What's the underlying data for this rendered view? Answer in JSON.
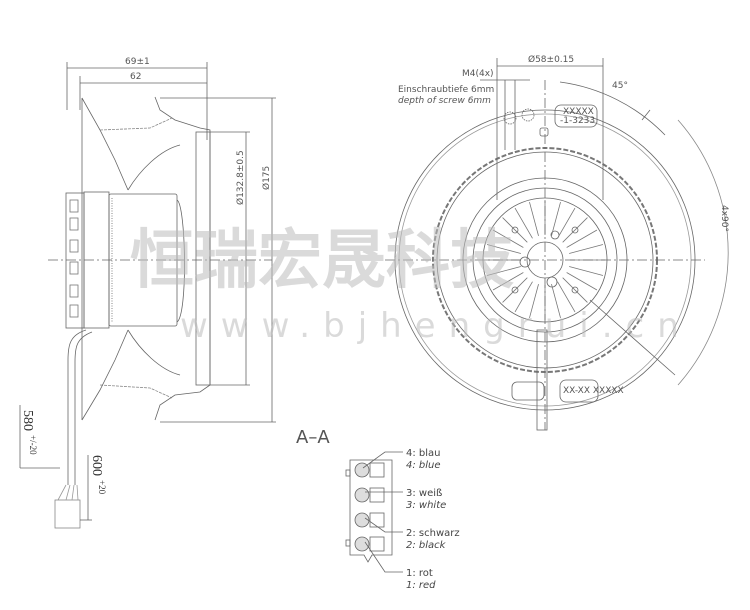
{
  "side_view": {
    "dim_overall_length": "69±1",
    "dim_housing_length": "62",
    "dim_inlet_diameter": "Ø132.8±0.5",
    "dim_outer_diameter": "Ø175",
    "cable_length_1": "580",
    "cable_length_1_tol": "+/-20",
    "cable_length_2": "600",
    "cable_length_2_tol": "+20"
  },
  "front_view": {
    "dim_bolt_circle": "Ø58±0.15",
    "thread": "M4(4x)",
    "screw_depth_de": "Einschraubtiefe 6mm",
    "screw_depth_en": "depth of screw 6mm",
    "angle_45": "45°",
    "angle_4x90": "4x90°",
    "label_plate_1a": "XXXXX",
    "label_plate_1b": "-1-3233",
    "label_plate_2": "XX-XX XXXXX"
  },
  "section": {
    "title": "A–A",
    "pins": [
      {
        "de": "4: blau",
        "en": "4: blue"
      },
      {
        "de": "3: weiß",
        "en": "3: white"
      },
      {
        "de": "2: schwarz",
        "en": "2: black"
      },
      {
        "de": "1: rot",
        "en": "1: red"
      }
    ]
  },
  "watermark": {
    "company": "恒瑞宏晟科技",
    "url": "www.bjhengrui.cn"
  }
}
